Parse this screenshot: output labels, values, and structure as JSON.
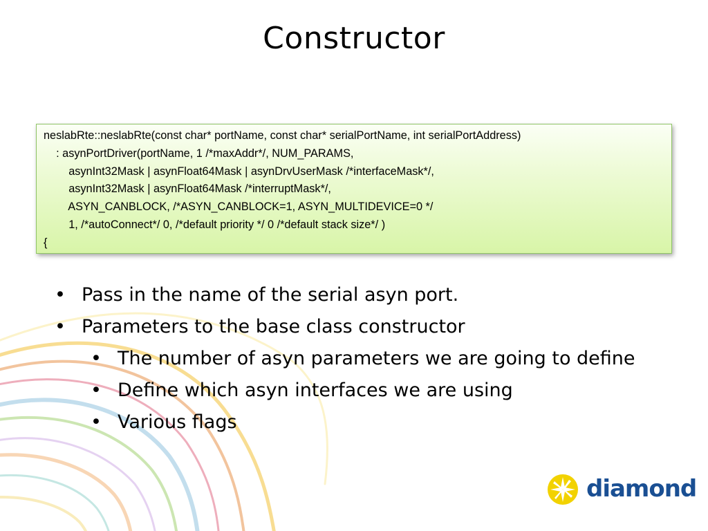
{
  "slide": {
    "title": "Constructor"
  },
  "code": {
    "lines": [
      "neslabRte::neslabRte(const char* portName, const char* serialPortName, int serialPortAddress)",
      "    : asynPortDriver(portName, 1 /*maxAddr*/, NUM_PARAMS,",
      "        asynInt32Mask | asynFloat64Mask | asynDrvUserMask /*interfaceMask*/,",
      "        asynInt32Mask | asynFloat64Mask /*interruptMask*/,",
      "        ASYN_CANBLOCK, /*ASYN_CANBLOCK=1, ASYN_MULTIDEVICE=0 */",
      "        1, /*autoConnect*/ 0, /*default priority */ 0 /*default stack size*/ )",
      "{"
    ]
  },
  "bullets": {
    "marker": "•",
    "items": [
      {
        "text": "Pass in the name of the serial asyn port.",
        "level": 1
      },
      {
        "text": "Parameters to the base class constructor",
        "level": 1
      },
      {
        "text": "The number of asyn parameters we are going to define",
        "level": 2
      },
      {
        "text": "Define which asyn interfaces we are using",
        "level": 2
      },
      {
        "text": "Various flags",
        "level": 2
      }
    ]
  },
  "logo": {
    "text": "diamond",
    "icon": "diamond-star-icon",
    "color": "#1a4f93",
    "accent": "#f2d200"
  }
}
